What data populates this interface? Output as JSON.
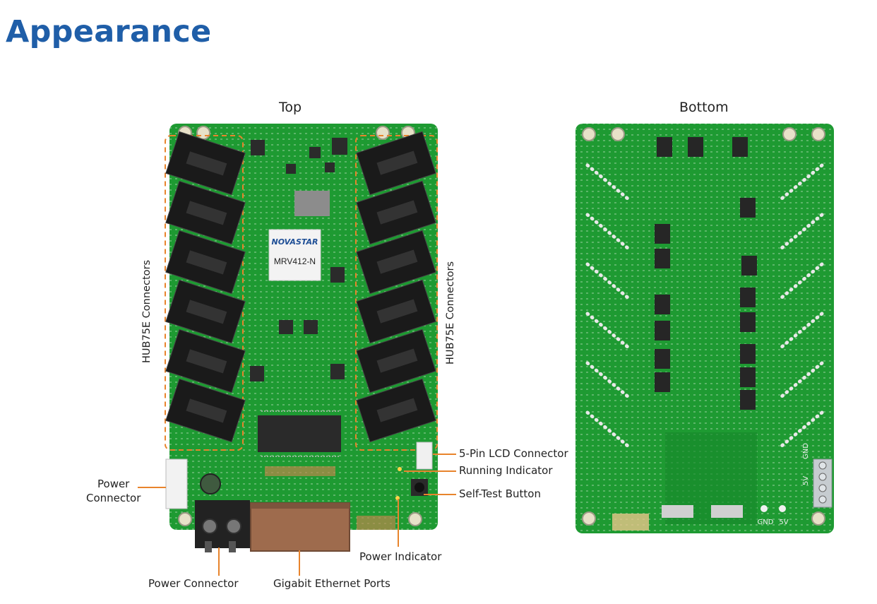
{
  "heading": "Appearance",
  "views": {
    "top": {
      "caption": "Top",
      "logo": "NOVASTAR",
      "model": "MRV412-N",
      "hub_label_left": "HUB75E Connectors",
      "hub_label_right": "HUB75E Connectors"
    },
    "bottom": {
      "caption": "Bottom",
      "gnd": "GND",
      "five_v": "5V",
      "gnd_vertical": "GND",
      "five_v_vertical": "5V"
    }
  },
  "callouts": {
    "lcd": "5-Pin LCD Connector",
    "running": "Running Indicator",
    "self_test": "Self-Test Button",
    "power_indicator": "Power Indicator",
    "power_left": "Power\nConnector",
    "power_bottom": "Power Connector",
    "ethernet": "Gigabit Ethernet Ports"
  },
  "colors": {
    "heading": "#1f5ea8",
    "pcb": "#1e9a32",
    "pcb_dark": "#117a24",
    "leader": "#e8842c",
    "dash_box": "#e8842c"
  }
}
